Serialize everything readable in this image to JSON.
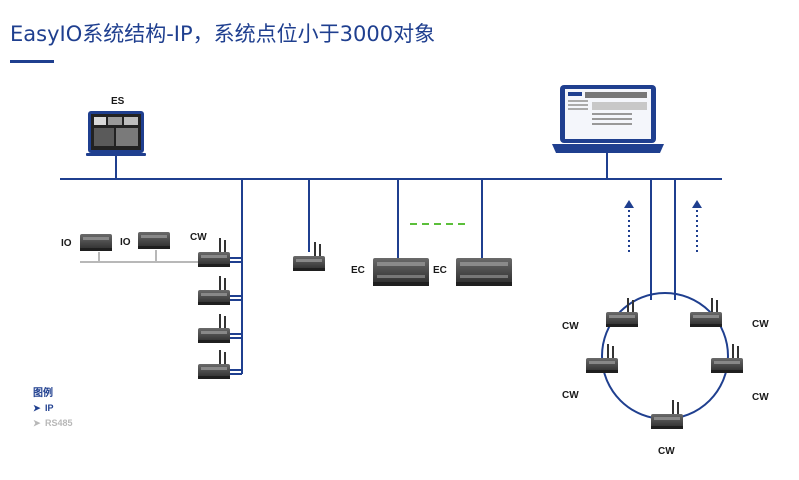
{
  "title": "EasyIO系统结构-IP，系统点位小于3000对象",
  "labels": {
    "es": "ES",
    "io1": "IO",
    "io2": "IO",
    "cw_top": "CW",
    "ec1": "EC",
    "ec2": "EC",
    "ring_cw_left": "CW",
    "ring_cw_right": "CW",
    "ring_cw_lower_left": "CW",
    "ring_cw_lower_right": "CW",
    "ring_cw_bottom": "CW"
  },
  "legend": {
    "title": "图例",
    "items": [
      {
        "label": "IP",
        "color": "#1f3f8f",
        "icon": "chevron-right-icon"
      },
      {
        "label": "RS485",
        "color": "#b8b8b8",
        "icon": "chevron-right-icon"
      }
    ]
  },
  "colors": {
    "ip_line": "#1f3f8f",
    "rs485_line": "#b8b8b8",
    "wireless": "#5bbf3a",
    "device_body": "#4a4a4a"
  }
}
